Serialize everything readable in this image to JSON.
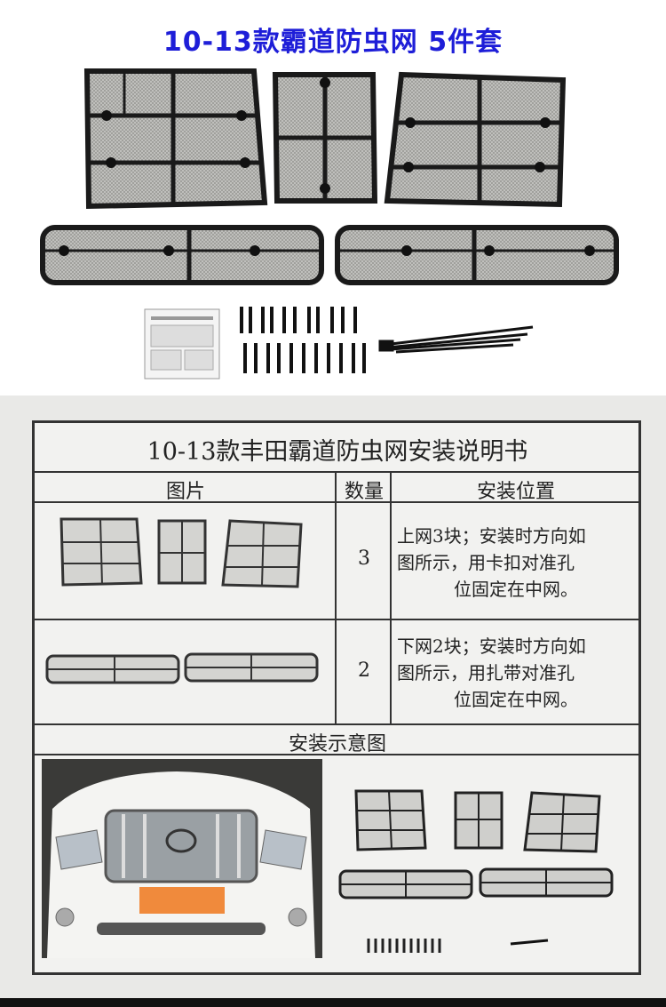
{
  "header": {
    "title": "10-13款霸道防虫网 5件套"
  },
  "manual": {
    "title": "10-13款丰田霸道防虫网安装说明书",
    "columns": [
      "图片",
      "数量",
      "安装位置"
    ],
    "rows": [
      {
        "quantity": "3",
        "location_lines": [
          "上网3块；安装时方向如",
          "图所示，用卡扣对准孔",
          "位固定在中网。"
        ]
      },
      {
        "quantity": "2",
        "location_lines": [
          "下网2块；安装时方向如",
          "图所示，用扎带对准孔",
          "位固定在中网。"
        ]
      }
    ],
    "diagram_title": "安装示意图"
  },
  "colors": {
    "title_blue": "#1e1ed8",
    "frame_black": "#1a1a1a",
    "mesh_gray": "#b9b9b6",
    "plate_orange": "#f08a3c"
  }
}
